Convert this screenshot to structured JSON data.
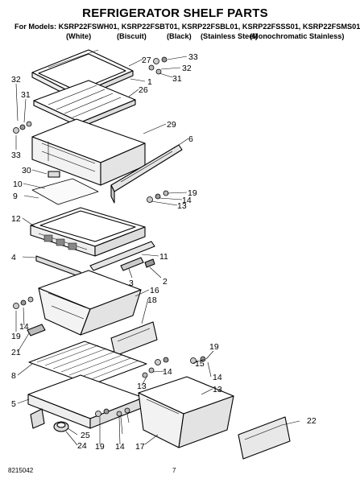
{
  "header": {
    "title": "REFRIGERATOR SHELF PARTS",
    "models_line": "For Models: KSRP22FSWH01, KSRP22FSBT01, KSRP22FSBL01, KSRP22FSSS01, KSRP22FSMS01",
    "colors": [
      "(White)",
      "(Biscuit)",
      "(Black)",
      "(Stainless Steel)",
      "(Monochromatic Stainless)"
    ]
  },
  "callouts": [
    "27",
    "33",
    "32",
    "31",
    "1",
    "26",
    "32",
    "31",
    "29",
    "6",
    "33",
    "30",
    "10",
    "9",
    "19",
    "14",
    "13",
    "12",
    "4",
    "11",
    "3",
    "2",
    "16",
    "18",
    "19",
    "14",
    "21",
    "8",
    "15",
    "19",
    "14",
    "13",
    "5",
    "14",
    "13",
    "25",
    "24",
    "19",
    "14",
    "17",
    "22"
  ],
  "footer": {
    "doc_number": "8215042",
    "page_number": "7"
  }
}
